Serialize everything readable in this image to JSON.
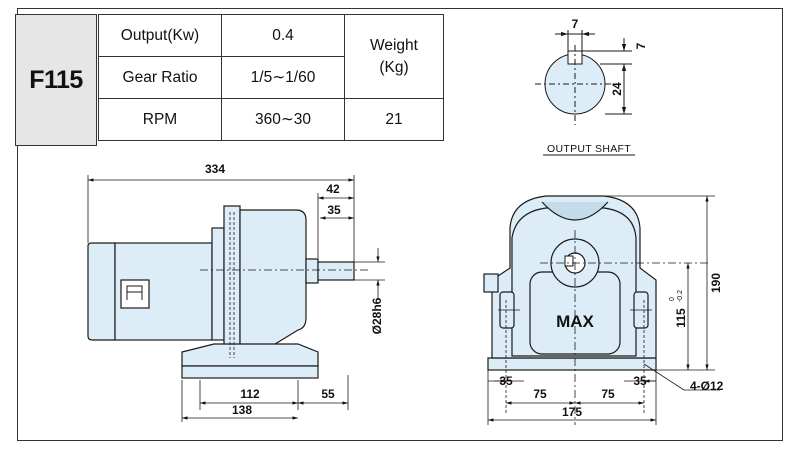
{
  "model": "F115",
  "spec": {
    "output_label": "Output(Kw)",
    "output_value": "0.4",
    "gear_label": "Gear  Ratio",
    "gear_value": "1/5∼1/60",
    "rpm_label": "RPM",
    "rpm_value": "360∼30",
    "weight_label_1": "Weight",
    "weight_label_2": "(Kg)",
    "weight_value": "21"
  },
  "output_shaft": {
    "caption": "OUTPUT  SHAFT",
    "key_width": "7",
    "key_depth": "7",
    "height": "24"
  },
  "side_view": {
    "overall_length": "334",
    "shaft_housing": "42",
    "shaft_length": "35",
    "shaft_diameter": "Ø28h6",
    "foot_spacing": "112",
    "foot_length": "138",
    "foot_offset": "55"
  },
  "front_view": {
    "badge": "MAX",
    "total_height": "190",
    "center_height": "115",
    "center_tol_upper": "0",
    "center_tol_lower": "-0.2",
    "foot_edge_left": "35",
    "foot_edge_right": "35",
    "half_span_left": "75",
    "half_span_right": "75",
    "total_width": "175",
    "holes": "4-Ø12"
  },
  "colors": {
    "body_fill": "#dcedf7",
    "line": "#1a1a1a",
    "model_bg": "#e6e6e6"
  }
}
